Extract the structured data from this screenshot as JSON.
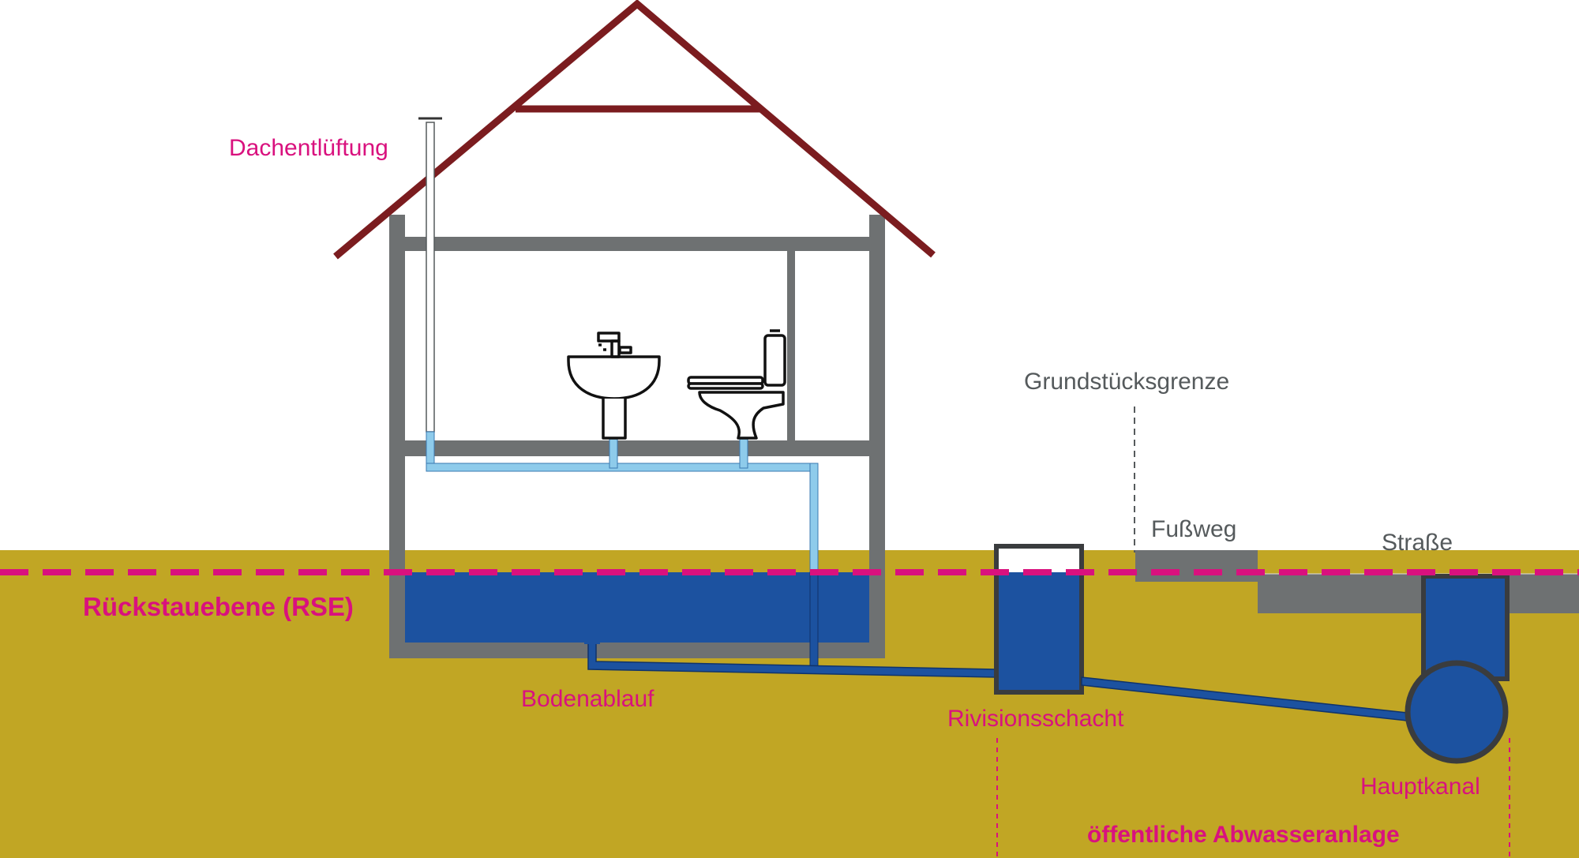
{
  "labels": {
    "dachentlueftung": "Dachentlüftung",
    "grundstuecksgrenze": "Grundstücksgrenze",
    "fussweg": "Fußweg",
    "strasse": "Straße",
    "rse": "Rückstauebene (RSE)",
    "bodenablauf": "Bodenablauf",
    "rivisionsschacht": "Rivisionsschacht",
    "hauptkanal": "Hauptkanal",
    "oeffentliche": "öffentliche Abwasseranlage"
  },
  "colors": {
    "soil": "#c1a624",
    "wall": "#6e7172",
    "roof": "#7b1c1f",
    "water": "#1c52a0",
    "light_pipe": "#8ecbeb",
    "magenta": "#d9117e",
    "dark_outline": "#3a3c3e",
    "grey_text": "#555a5c",
    "black": "#111111"
  }
}
